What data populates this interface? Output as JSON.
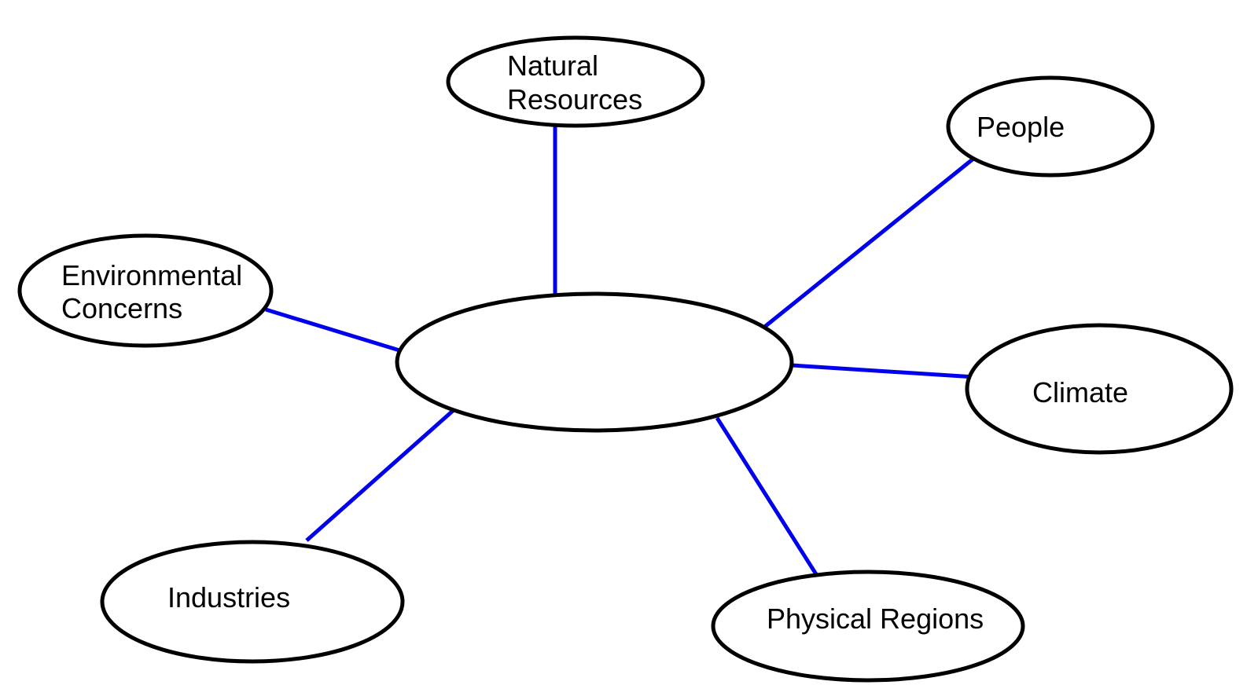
{
  "diagram": {
    "type": "concept-map",
    "center": {
      "label": ""
    },
    "nodes": {
      "natural_resources": {
        "lines": [
          "Natural",
          "Resources"
        ]
      },
      "people": {
        "lines": [
          "People"
        ]
      },
      "environmental_concerns": {
        "lines": [
          "Environmental",
          "Concerns"
        ]
      },
      "climate": {
        "lines": [
          "Climate"
        ]
      },
      "industries": {
        "lines": [
          "Industries"
        ]
      },
      "physical_regions": {
        "lines": [
          "Physical Regions"
        ]
      }
    },
    "colors": {
      "connector": "#0000ee",
      "outline": "#000000",
      "background": "#ffffff"
    }
  }
}
